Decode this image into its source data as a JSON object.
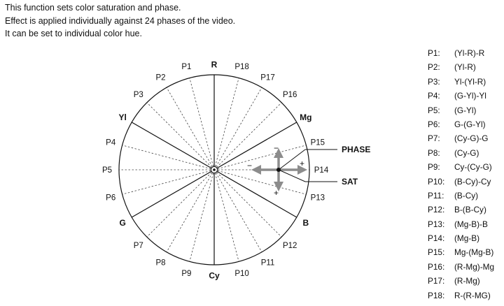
{
  "intro": {
    "lines": [
      "This function sets color saturation and phase.",
      "Effect is applied individually against 24 phases of the video.",
      "It can be set to individual color hue."
    ]
  },
  "diagram": {
    "colors": {
      "line": "#111111",
      "dashed": "#444444",
      "arrow": "#8c8c8c",
      "text": "#111111"
    },
    "axis_labels": {
      "R": "R",
      "Mg": "Mg",
      "B": "B",
      "Cy": "Cy",
      "G": "G",
      "Yl": "Yl"
    },
    "phase_labels": [
      "P1",
      "P2",
      "P3",
      "P4",
      "P5",
      "P6",
      "P7",
      "P8",
      "P9",
      "P10",
      "P11",
      "P12",
      "P13",
      "P14",
      "P15",
      "P16",
      "P17",
      "P18"
    ],
    "callouts": {
      "phase": "PHASE",
      "sat": "SAT"
    },
    "signs": {
      "minus": "−",
      "plus": "+"
    }
  },
  "legend": [
    {
      "key": "P1:",
      "value": "(Yl-R)-R"
    },
    {
      "key": "P2:",
      "value": "(Yl-R)"
    },
    {
      "key": "P3:",
      "value": "Yl-(Yl-R)"
    },
    {
      "key": "P4:",
      "value": "(G-Yl)-Yl"
    },
    {
      "key": "P5:",
      "value": "(G-Yl)"
    },
    {
      "key": "P6:",
      "value": "G-(G-Yl)"
    },
    {
      "key": "P7:",
      "value": "(Cy-G)-G"
    },
    {
      "key": "P8:",
      "value": "(Cy-G)"
    },
    {
      "key": "P9:",
      "value": "Cy-(Cy-G)"
    },
    {
      "key": "P10:",
      "value": "(B-Cy)-Cy"
    },
    {
      "key": "P11:",
      "value": "(B-Cy)"
    },
    {
      "key": "P12:",
      "value": "B-(B-Cy)"
    },
    {
      "key": "P13:",
      "value": "(Mg-B)-B"
    },
    {
      "key": "P14:",
      "value": "(Mg-B)"
    },
    {
      "key": "P15:",
      "value": "Mg-(Mg-B)"
    },
    {
      "key": "P16:",
      "value": "(R-Mg)-Mg"
    },
    {
      "key": "P17:",
      "value": "(R-Mg)"
    },
    {
      "key": "P18:",
      "value": "R-(R-MG)"
    }
  ]
}
